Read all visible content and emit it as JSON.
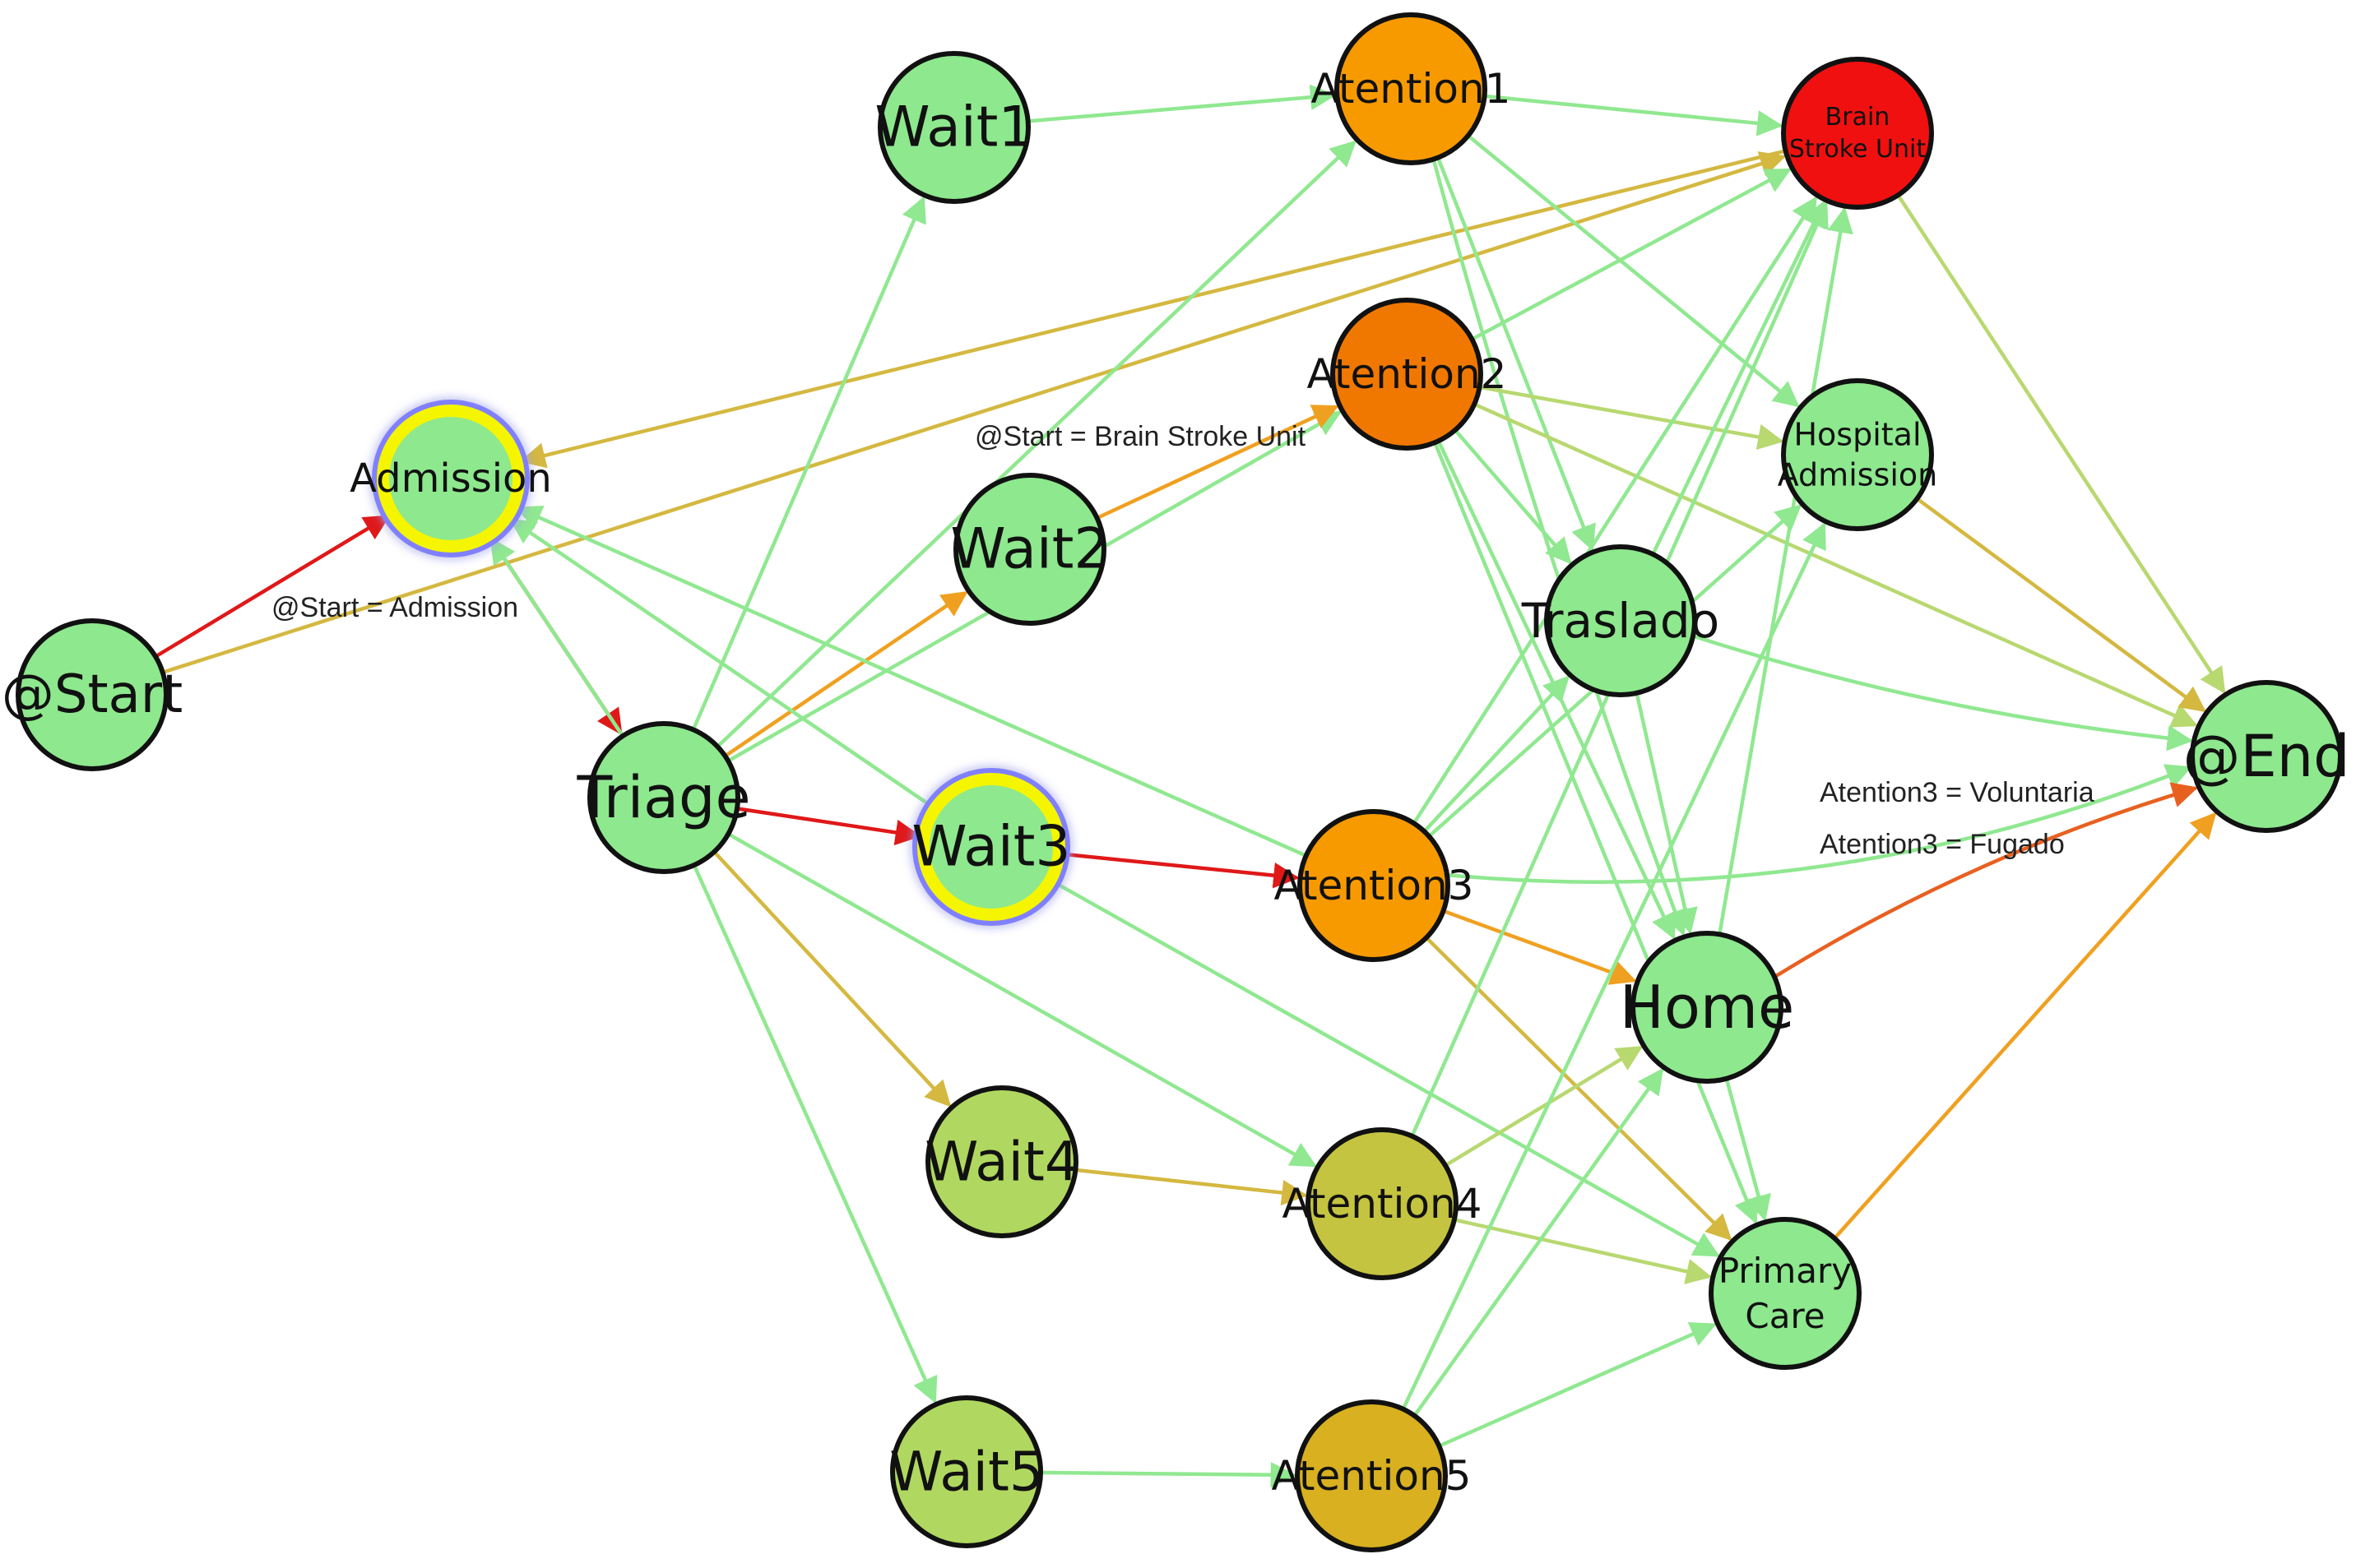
{
  "colors": {
    "green_edge": "#90e890",
    "red_edge": "#e01818",
    "orange_edge": "#f0a020",
    "olive_edge": "#d4b840",
    "node_green": "#8ee88e",
    "node_orange": "#f79a00",
    "node_dark_orange": "#f07800",
    "node_red": "#f01010",
    "node_lime": "#b0d860",
    "node_olive": "#c4c440",
    "node_gold": "#d8b020",
    "highlight_ring": "#f5f500"
  },
  "nodes": [
    {
      "id": "start",
      "label_lines": [
        "@Start"
      ],
      "fill": "#8ee88e"
    },
    {
      "id": "admission",
      "label_lines": [
        "Admission"
      ],
      "fill": "#8ee88e",
      "highlight": true
    },
    {
      "id": "triage",
      "label_lines": [
        "Triage"
      ],
      "fill": "#8ee88e"
    },
    {
      "id": "wait1",
      "label_lines": [
        "Wait1"
      ],
      "fill": "#8ee88e"
    },
    {
      "id": "wait2",
      "label_lines": [
        "Wait2"
      ],
      "fill": "#8ee88e"
    },
    {
      "id": "wait3",
      "label_lines": [
        "Wait3"
      ],
      "fill": "#8ee88e",
      "highlight": true
    },
    {
      "id": "wait4",
      "label_lines": [
        "Wait4"
      ],
      "fill": "#b0d860"
    },
    {
      "id": "wait5",
      "label_lines": [
        "Wait5"
      ],
      "fill": "#b0d860"
    },
    {
      "id": "atention1",
      "label_lines": [
        "Atention1"
      ],
      "fill": "#f79a00"
    },
    {
      "id": "atention2",
      "label_lines": [
        "Atention2"
      ],
      "fill": "#f07800"
    },
    {
      "id": "atention3",
      "label_lines": [
        "Atention3"
      ],
      "fill": "#f79a00"
    },
    {
      "id": "atention4",
      "label_lines": [
        "Atention4"
      ],
      "fill": "#c4c440"
    },
    {
      "id": "atention5",
      "label_lines": [
        "Atention5"
      ],
      "fill": "#d8b020"
    },
    {
      "id": "bsu",
      "label_lines": [
        "Brain",
        "Stroke Unit"
      ],
      "fill": "#f01010"
    },
    {
      "id": "hospital",
      "label_lines": [
        "Hospital",
        "Admission"
      ],
      "fill": "#8ee88e"
    },
    {
      "id": "traslado",
      "label_lines": [
        "Traslado"
      ],
      "fill": "#8ee88e"
    },
    {
      "id": "home",
      "label_lines": [
        "Home"
      ],
      "fill": "#8ee88e"
    },
    {
      "id": "primary",
      "label_lines": [
        "Primary",
        "Care"
      ],
      "fill": "#8ee88e"
    },
    {
      "id": "end",
      "label_lines": [
        "@End"
      ],
      "fill": "#8ee88e"
    }
  ],
  "edges": [
    {
      "from": "start",
      "to": "admission",
      "color": "#e01818"
    },
    {
      "from": "start",
      "to": "bsu",
      "color": "#d4b840"
    },
    {
      "from": "admission",
      "to": "triage",
      "color": "#e01818"
    },
    {
      "from": "bsu",
      "to": "admission",
      "color": "#d4b840"
    },
    {
      "from": "triage",
      "to": "admission",
      "color": "#90e890"
    },
    {
      "from": "triage",
      "to": "wait1",
      "color": "#90e890"
    },
    {
      "from": "triage",
      "to": "wait2",
      "color": "#f0a020"
    },
    {
      "from": "triage",
      "to": "wait3",
      "color": "#e01818"
    },
    {
      "from": "triage",
      "to": "wait4",
      "color": "#d4b840"
    },
    {
      "from": "triage",
      "to": "wait5",
      "color": "#90e890"
    },
    {
      "from": "triage",
      "to": "atention1",
      "color": "#90e890"
    },
    {
      "from": "triage",
      "to": "atention2",
      "color": "#90e890"
    },
    {
      "from": "triage",
      "to": "atention4",
      "color": "#90e890"
    },
    {
      "from": "wait1",
      "to": "atention1",
      "color": "#90e890"
    },
    {
      "from": "wait2",
      "to": "atention2",
      "color": "#f0a020"
    },
    {
      "from": "wait3",
      "to": "atention3",
      "color": "#e01818"
    },
    {
      "from": "wait3",
      "to": "admission",
      "color": "#90e890"
    },
    {
      "from": "wait3",
      "to": "primary",
      "color": "#90e890"
    },
    {
      "from": "wait4",
      "to": "atention4",
      "color": "#d4b840"
    },
    {
      "from": "wait5",
      "to": "atention5",
      "color": "#90e890"
    },
    {
      "from": "atention1",
      "to": "bsu",
      "color": "#90e890"
    },
    {
      "from": "atention1",
      "to": "traslado",
      "color": "#90e890"
    },
    {
      "from": "atention1",
      "to": "hospital",
      "color": "#90e890"
    },
    {
      "from": "atention1",
      "to": "home",
      "color": "#90e890"
    },
    {
      "from": "atention2",
      "to": "bsu",
      "color": "#90e890"
    },
    {
      "from": "atention2",
      "to": "hospital",
      "color": "#b8d870"
    },
    {
      "from": "atention2",
      "to": "traslado",
      "color": "#90e890"
    },
    {
      "from": "atention2",
      "to": "home",
      "color": "#90e890"
    },
    {
      "from": "atention2",
      "to": "end",
      "color": "#b8d870"
    },
    {
      "from": "atention2",
      "to": "primary",
      "color": "#90e890"
    },
    {
      "from": "atention3",
      "to": "admission",
      "color": "#90e890"
    },
    {
      "from": "atention3",
      "to": "bsu",
      "color": "#90e890"
    },
    {
      "from": "atention3",
      "to": "hospital",
      "color": "#90e890"
    },
    {
      "from": "atention3",
      "to": "traslado",
      "color": "#90e890"
    },
    {
      "from": "atention3",
      "to": "home",
      "color": "#f0a020"
    },
    {
      "from": "atention3",
      "to": "end",
      "color": "#90e890"
    },
    {
      "from": "atention3",
      "to": "primary",
      "color": "#d4b840"
    },
    {
      "from": "atention4",
      "to": "home",
      "color": "#b8d870"
    },
    {
      "from": "atention4",
      "to": "primary",
      "color": "#b8d870"
    },
    {
      "from": "atention4",
      "to": "bsu",
      "color": "#90e890"
    },
    {
      "from": "atention5",
      "to": "home",
      "color": "#90e890"
    },
    {
      "from": "atention5",
      "to": "primary",
      "color": "#90e890"
    },
    {
      "from": "atention5",
      "to": "hospital",
      "color": "#90e890"
    },
    {
      "from": "traslado",
      "to": "end",
      "color": "#90e890"
    },
    {
      "from": "traslado",
      "to": "home",
      "color": "#90e890"
    },
    {
      "from": "traslado",
      "to": "bsu",
      "color": "#90e890"
    },
    {
      "from": "bsu",
      "to": "end",
      "color": "#b8d870"
    },
    {
      "from": "hospital",
      "to": "end",
      "color": "#d4b840"
    },
    {
      "from": "home",
      "to": "end",
      "color": "#e86020"
    },
    {
      "from": "home",
      "to": "bsu",
      "color": "#90e890"
    },
    {
      "from": "home",
      "to": "primary",
      "color": "#90e890"
    },
    {
      "from": "primary",
      "to": "end",
      "color": "#f0a020"
    }
  ],
  "edge_labels": [
    {
      "id": "start-admission",
      "text": "@Start = Admission"
    },
    {
      "id": "start-bsu",
      "text": "@Start = Brain Stroke Unit"
    },
    {
      "id": "atention3-voluntaria",
      "text": "Atention3 = Voluntaria"
    },
    {
      "id": "atention3-fugado",
      "text": "Atention3 = Fugado"
    }
  ]
}
